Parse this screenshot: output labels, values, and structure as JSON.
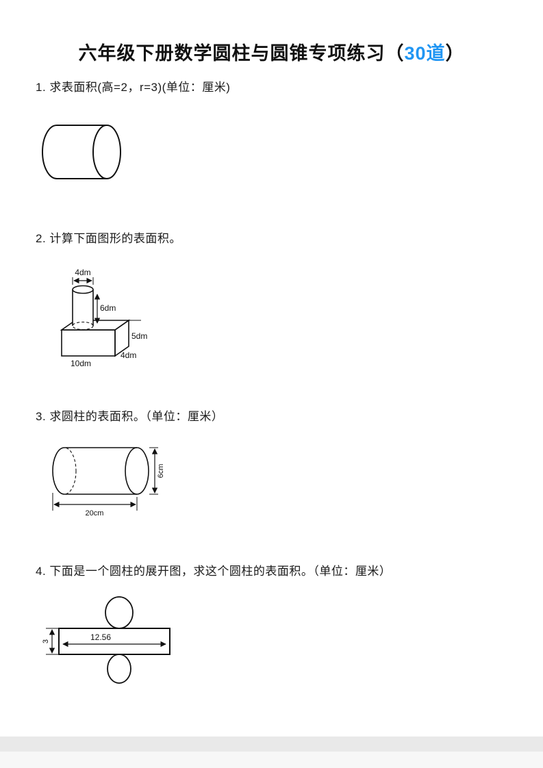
{
  "page": {
    "title": {
      "prefix": "六年级下册数学圆柱与圆锥专项练习（",
      "highlight": "30道",
      "suffix": "）",
      "highlight_color": "#2196f3"
    }
  },
  "problems": [
    {
      "text": "1. 求表面积(高=2，r=3)(单位：厘米)"
    },
    {
      "text": "2. 计算下面图形的表面积。"
    },
    {
      "text": "3. 求圆柱的表面积。（单位：厘米）"
    },
    {
      "text": "4. 下面是一个圆柱的展开图，求这个圆柱的表面积。（单位：厘米）"
    }
  ],
  "figures": {
    "composite": {
      "top_diameter": "4dm",
      "cylinder_height": "6dm",
      "box_height": "5dm",
      "box_depth": "4dm",
      "box_width": "10dm"
    },
    "cylinder3": {
      "diameter": "6cm",
      "length": "20cm"
    },
    "net4": {
      "circumference": "12.56",
      "height": "3"
    }
  }
}
